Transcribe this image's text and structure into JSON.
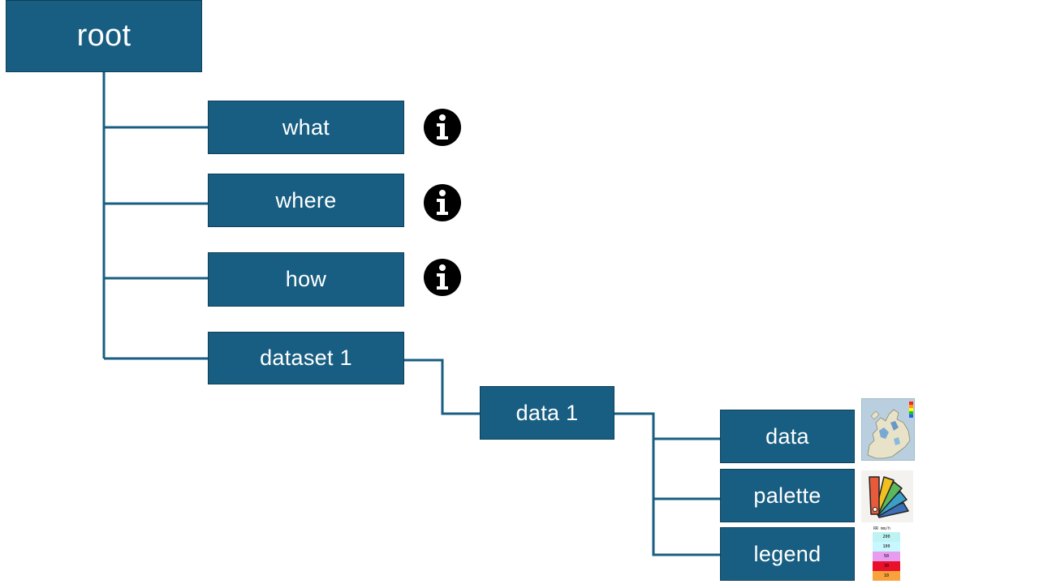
{
  "nodes": {
    "root": "root",
    "what": "what",
    "where": "where",
    "how": "how",
    "dataset1": "dataset 1",
    "data1": "data 1",
    "data": "data",
    "palette": "palette",
    "legend": "legend"
  },
  "legend_thumbnail": {
    "header": "RR mm/h",
    "levels": [
      "200",
      "100",
      "50",
      "30",
      "10"
    ]
  },
  "colors": {
    "node_fill": "#185e82",
    "node_border": "#0f3f58",
    "connector": "#185e82",
    "info_icon": "#000000"
  },
  "icons": {
    "what": "info-icon",
    "where": "info-icon",
    "how": "info-icon",
    "data": "europe-radar-map-icon",
    "palette": "color-fan-palette-icon",
    "legend": "color-legend-icon"
  }
}
